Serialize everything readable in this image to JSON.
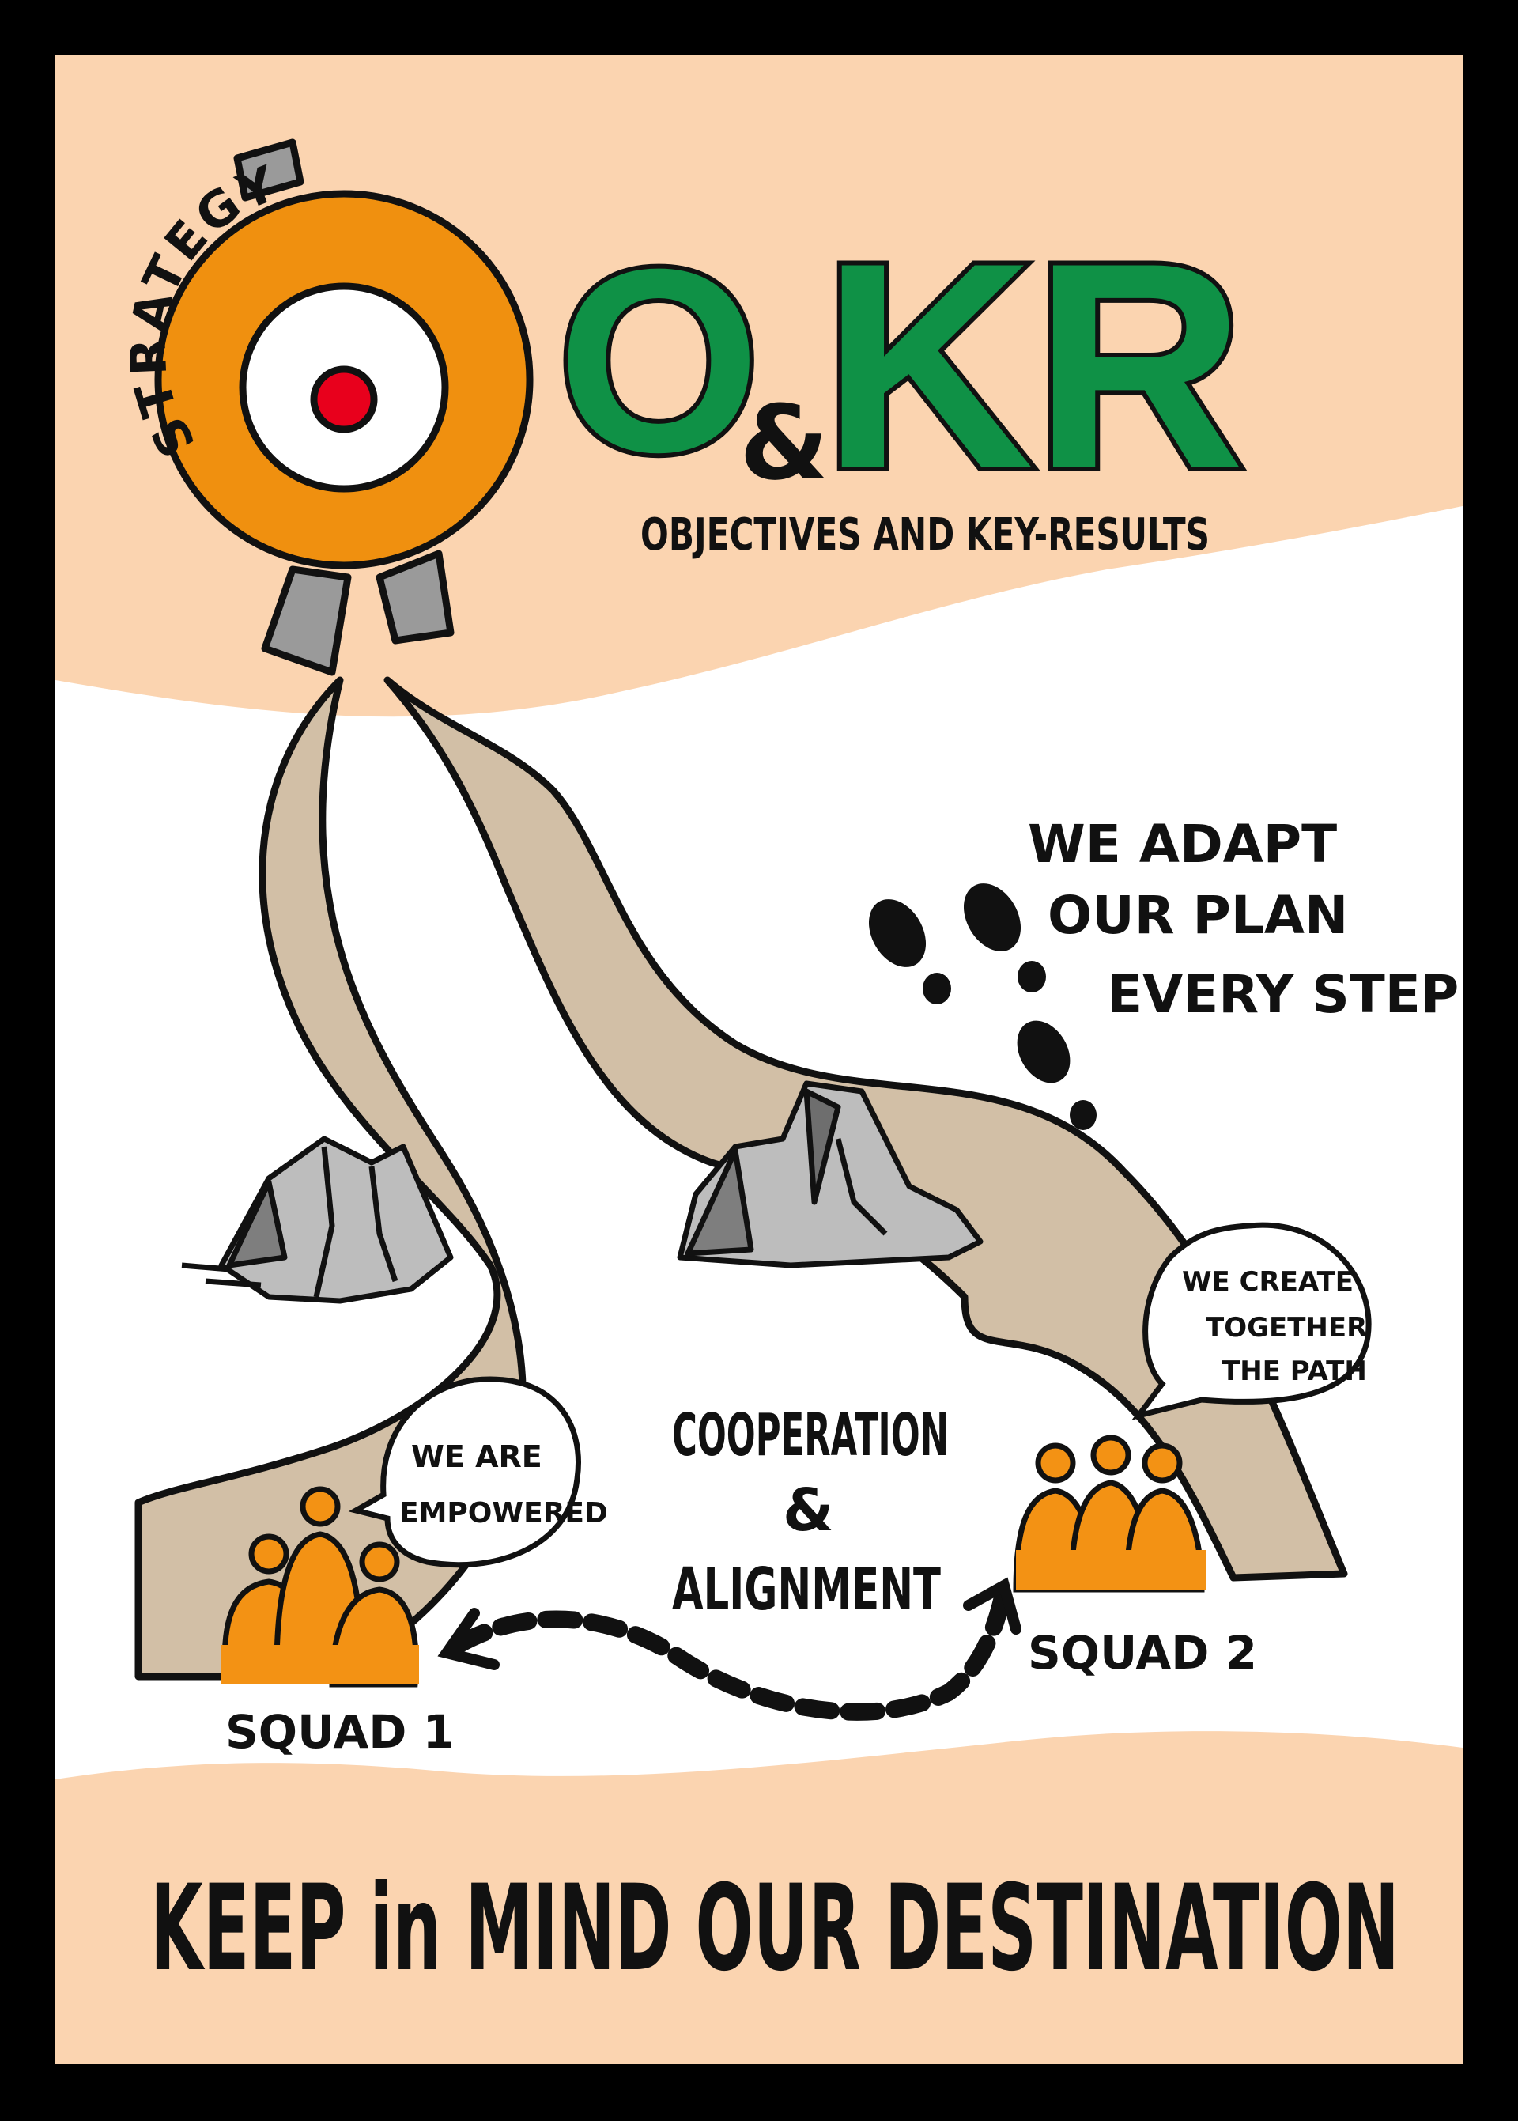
{
  "badge": {
    "label": "STRATEGY"
  },
  "title": {
    "letter_o": "O",
    "ampersand": "&",
    "letters_kr": "KR",
    "subtitle": "OBJECTIVES AND KEY-RESULTS"
  },
  "notes": {
    "adapt": [
      "WE ADAPT",
      "OUR PLAN",
      "EVERY STEP"
    ],
    "empowered": [
      "WE ARE",
      "EMPOWERED"
    ],
    "create": [
      "WE CREATE",
      "TOGETHER",
      "THE PATH"
    ],
    "cooperation": [
      "COOPERATION",
      "&",
      "ALIGNMENT"
    ]
  },
  "squads": {
    "squad1": "SQUAD 1",
    "squad2": "SQUAD 2"
  },
  "footer": "KEEP in MIND OUR DESTINATION",
  "colors": {
    "background": "#FBD4B0",
    "frame": "#000000",
    "white_band": "#FFFFFF",
    "title_green": "#0F9146",
    "badge_orange": "#F0900F",
    "target_red": "#E8001C",
    "road": "#D2BFA6",
    "rock_grey": "#9E9E9E",
    "squad_orange": "#F39214"
  },
  "icons": [
    "target-badge-icon",
    "footprints-icon",
    "rock-icon",
    "squad-people-icon",
    "speech-bubble-icon",
    "double-arrow-icon"
  ]
}
